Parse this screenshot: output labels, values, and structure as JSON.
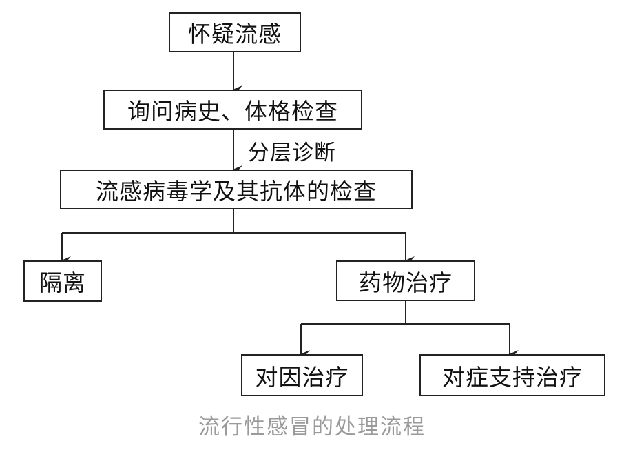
{
  "flowchart": {
    "nodes": {
      "suspect_flu": "怀疑流感",
      "history_exam": "询问病史、体格检查",
      "virus_antibody_test": "流感病毒学及其抗体的检查",
      "isolation": "隔离",
      "drug_treatment": "药物治疗",
      "causal_treatment": "对因治疗",
      "symptomatic_supportive_treatment": "对症支持治疗"
    },
    "edge_labels": {
      "stratified_diagnosis": "分层诊断"
    },
    "caption": "流行性感冒的处理流程"
  }
}
